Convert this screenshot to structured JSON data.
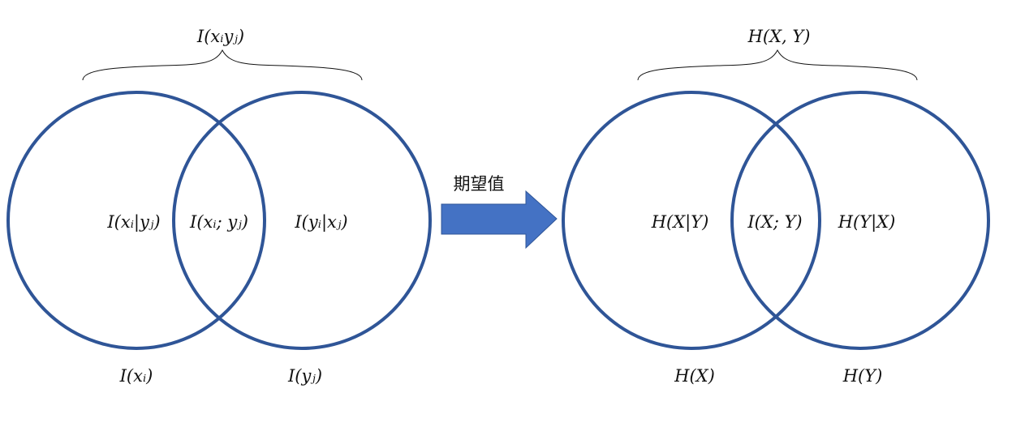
{
  "left_diagram": {
    "top_label": "I(xᵢyⱼ)",
    "left_only": "I(xᵢ|yⱼ)",
    "intersection": "I(xᵢ; yⱼ)",
    "right_only": "I(yᵢ|xⱼ)",
    "left_bottom": "I(xᵢ)",
    "right_bottom": "I(yⱼ)"
  },
  "arrow": {
    "label": "期望值"
  },
  "right_diagram": {
    "top_label": "H(X, Y)",
    "left_only": "H(X|Y)",
    "intersection": "I(X; Y)",
    "right_only": "H(Y|X)",
    "left_bottom": "H(X)",
    "right_bottom": "H(Y)"
  },
  "colors": {
    "circle_stroke": "#2F5597",
    "arrow_fill": "#4472C4",
    "text": "#111111"
  }
}
